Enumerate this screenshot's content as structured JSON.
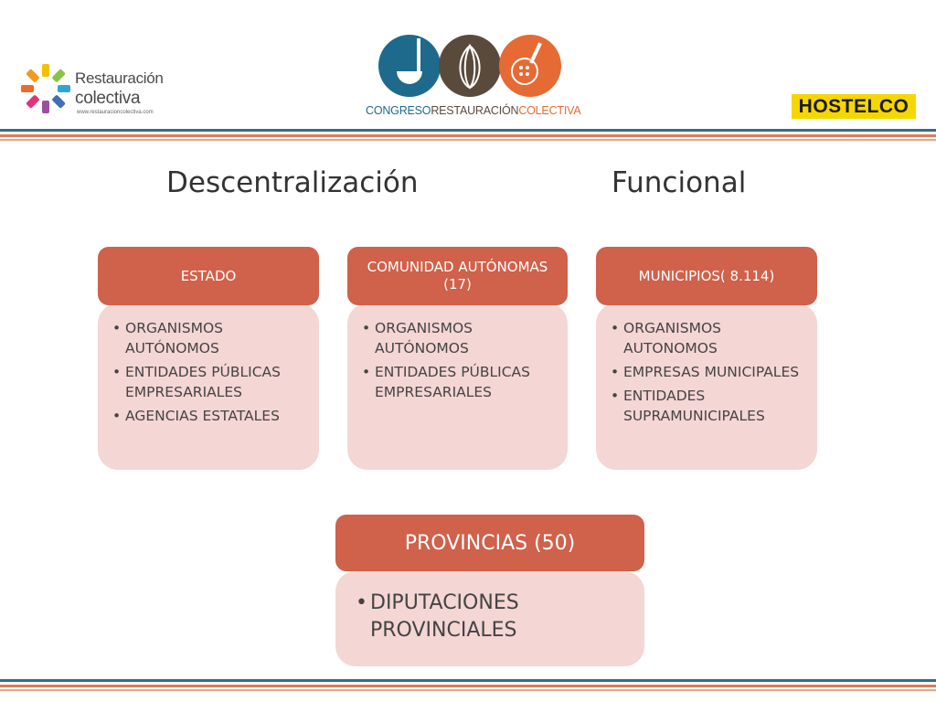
{
  "header": {
    "left_logo": {
      "line1": "Restauración",
      "line2": "colectiva",
      "url": "www.restauracioncolectiva.com"
    },
    "center_logo": {
      "name_part1": "CONGRESO",
      "name_part2": "RESTAURACIÓN",
      "name_part3": "COLECTIVA",
      "icons": [
        "ladle-icon",
        "whisk-icon",
        "skimmer-icon"
      ]
    },
    "right_logo": {
      "text": "HOSTELCO"
    }
  },
  "titles": {
    "left": "Descentralización",
    "right": "Funcional"
  },
  "groups": [
    {
      "heading": "ESTADO",
      "items": [
        "ORGANISMOS AUTÓNOMOS",
        "ENTIDADES PÚBLICAS EMPRESARIALES",
        "AGENCIAS ESTATALES"
      ]
    },
    {
      "heading": "COMUNIDAD AUTÓNOMAS (17)",
      "items": [
        "ORGANISMOS AUTÓNOMOS",
        "ENTIDADES PÚBLICAS EMPRESARIALES"
      ]
    },
    {
      "heading": "MUNICIPIOS( 8.114)",
      "items": [
        "ORGANISMOS AUTONOMOS",
        "EMPRESAS MUNICIPALES",
        "ENTIDADES SUPRAMUNICIPALES"
      ]
    },
    {
      "heading": "PROVINCIAS (50)",
      "items": [
        "DIPUTACIONES PROVINCIALES"
      ]
    }
  ],
  "colors": {
    "heading_fill": "#d0614a",
    "body_fill": "#f4d6d4",
    "stripe_teal": "#2f6f86",
    "stripe_orange": "#e07a54"
  }
}
